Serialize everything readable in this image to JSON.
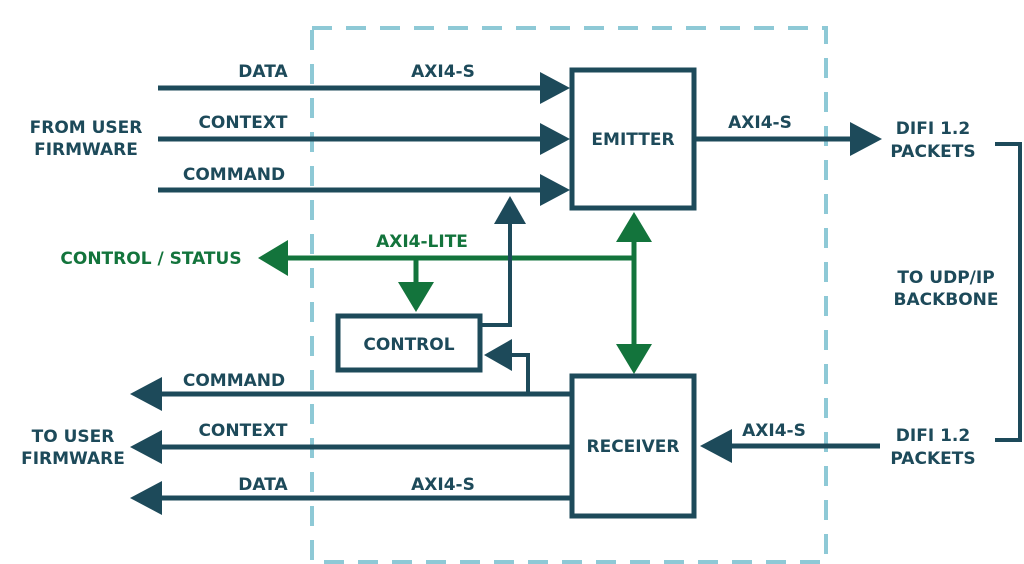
{
  "colors": {
    "primary": "#1d4a5a",
    "control_green": "#13743c",
    "boundary_dashed": "#8ec9d6",
    "background": "#ffffff"
  },
  "left_inputs": {
    "group_label_line1": "FROM USER",
    "group_label_line2": "FIRMWARE",
    "data": "DATA",
    "data_bus": "AXI4-S",
    "context": "CONTEXT",
    "command": "COMMAND"
  },
  "left_outputs": {
    "group_label_line1": "TO USER",
    "group_label_line2": "FIRMWARE",
    "command": "COMMAND",
    "context": "CONTEXT",
    "data": "DATA",
    "data_bus": "AXI4-S"
  },
  "control_status": {
    "label": "CONTROL / STATUS",
    "bus": "AXI4-LITE"
  },
  "blocks": {
    "emitter": "EMITTER",
    "receiver": "RECEIVER",
    "control": "CONTROL"
  },
  "right_side": {
    "out_bus": "AXI4-S",
    "out_line1": "DIFI 1.2",
    "out_line2": "PACKETS",
    "in_bus": "AXI4-S",
    "in_line1": "DIFI 1.2",
    "in_line2": "PACKETS",
    "backbone_line1": "TO UDP/IP",
    "backbone_line2": "BACKBONE"
  }
}
